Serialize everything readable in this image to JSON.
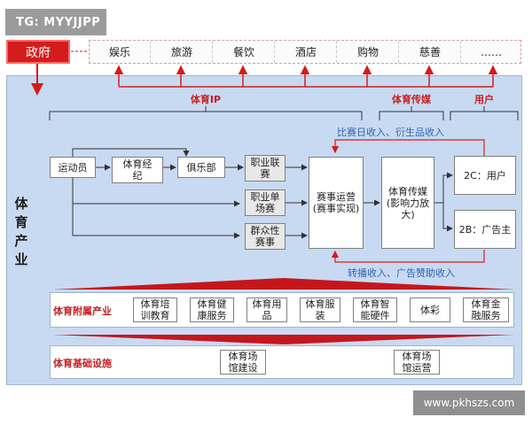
{
  "tag": "TG: MYYJJPP",
  "watermark": "www.pkhszs.com",
  "government": "政府",
  "top_items": [
    "娱乐",
    "旅游",
    "餐饮",
    "酒店",
    "购物",
    "慈善",
    "……"
  ],
  "industry_label": "体育产业",
  "section_headers": {
    "ip": "体育IP",
    "media": "体育传媒",
    "user": "用户"
  },
  "revenue_top": "比赛日收入、衍生品收入",
  "revenue_bottom": "转播收入、广告赞助收入",
  "nodes": {
    "athlete": "运动员",
    "agent": "体育经\n纪",
    "club": "俱乐部",
    "league_pro": "职业联\n赛",
    "league_single": "职业单\n场赛",
    "league_mass": "群众性\n赛事",
    "operations": "赛事运营\n(赛事实现)",
    "media": "体育传媒\n(影响力放\n大)",
    "user_2c": "2C：用户",
    "user_2b": "2B：广告主"
  },
  "ancillary": {
    "label": "体育附属产业",
    "items": [
      "体育培\n训教育",
      "体育健\n康服务",
      "体育用\n品",
      "体育服\n装",
      "体育智\n能硬件",
      "体彩",
      "体育金\n融服务"
    ]
  },
  "infrastructure": {
    "label": "体育基础设施",
    "items": [
      "体育场\n馆建设",
      "体育场\n馆运营"
    ]
  }
}
